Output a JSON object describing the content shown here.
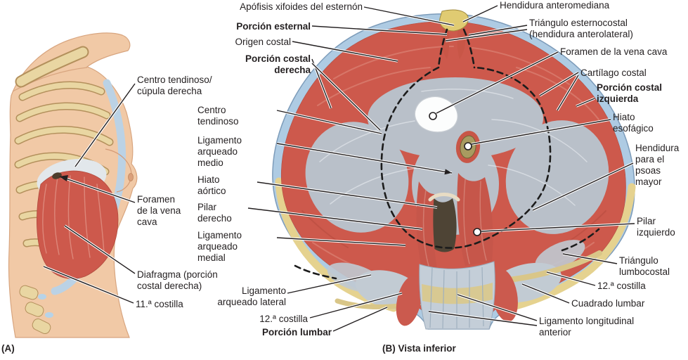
{
  "captions": {
    "panel_a": "(A)",
    "panel_b": "(B) Vista inferior"
  },
  "labels_b": {
    "apofisis_xifoides": "Apófisis xifoides del esternón",
    "porcion_esternal": "Porción esternal",
    "origen_costal": "Origen costal",
    "porcion_costal_derecha": "Porción costal\nderecha",
    "centro_tendinoso": "Centro\ntendinoso",
    "ligamento_arqueado_medio": "Ligamento\narqueado\nmedio",
    "hiato_aortico": "Hiato\naórtico",
    "pilar_derecho": "Pilar\nderecho",
    "ligamento_arqueado_medial": "Ligamento\narqueado\nmedial",
    "ligamento_arqueado_lateral": "Ligamento\narqueado lateral",
    "costilla_12_izquierda": "12.ª costilla",
    "porcion_lumbar": "Porción lumbar",
    "hendidura_anteromediana": "Hendidura anteromediana",
    "triangulo_esternocostal": "Triángulo esternocostal\n(hendidura anterolateral)",
    "foramen_vena_cava": "Foramen de la vena cava",
    "cartilago_costal": "Cartílago costal",
    "porcion_costal_izquierda": "Porción costal\nizquierda",
    "hiato_esofagico": "Hiato\nesofágico",
    "hendidura_psoas": "Hendidura\npara el\npsoas\nmayor",
    "pilar_izquierdo": "Pilar\nizquierdo",
    "triangulo_lumbocostal": "Triángulo\nlumbocostal",
    "costilla_12_derecha": "12.ª costilla",
    "cuadrado_lumbar": "Cuadrado lumbar",
    "ligamento_longitudinal_anterior": "Ligamento longitudinal\nanterior"
  },
  "labels_a": {
    "centro_tendinoso_cupula": "Centro tendinoso/\ncúpula derecha",
    "foramen_vena_cava": "Foramen\nde la vena\ncava",
    "diafragma_porcion_costal": "Diafragma (porción\ncostal derecha)",
    "costilla_11": "11.ª costilla"
  },
  "colors": {
    "muscle_red": "#cd594c",
    "central_tendon_gray": "#b9c0c9",
    "costal_cartilage_blue": "#aecbe3",
    "bone_tan": "#e9d6a2",
    "ligament_yellow": "#e5d28f",
    "skin": "#f1c9a6",
    "esophageal_hiatus_olive": "#a89b60",
    "label_text": "#231f20"
  }
}
